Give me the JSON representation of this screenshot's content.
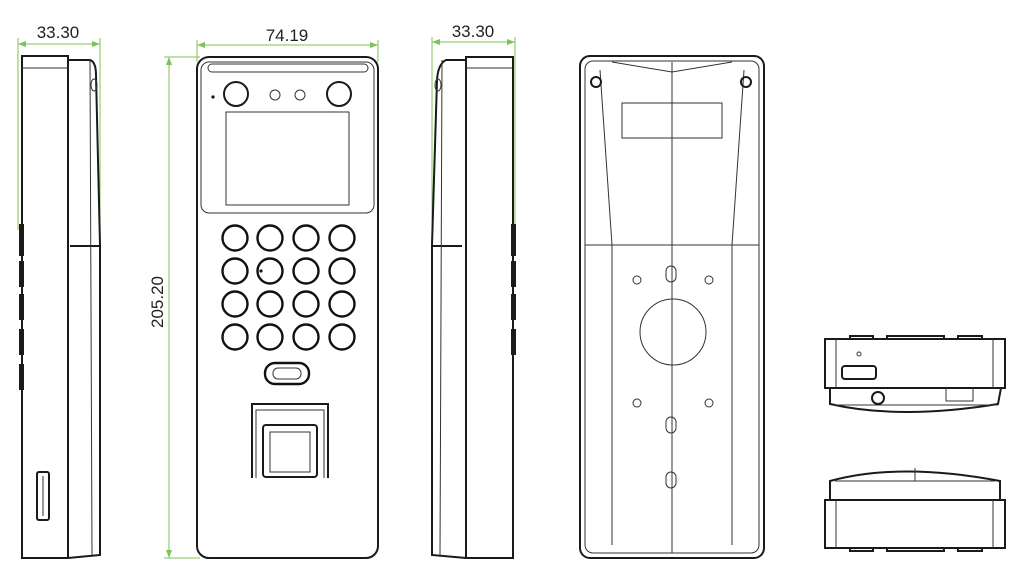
{
  "dimensions": {
    "left_side_depth": "33.30",
    "front_width": "74.19",
    "right_side_depth": "33.30",
    "front_height": "205.20"
  },
  "colors": {
    "dimension_line": "#7cc35a",
    "outline": "#1a1a1a"
  }
}
